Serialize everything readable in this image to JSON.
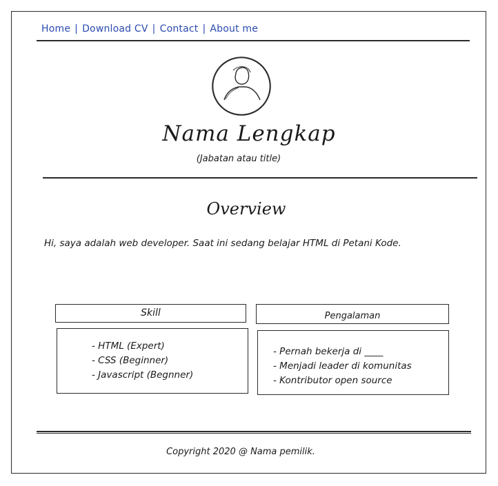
{
  "nav": {
    "items": [
      {
        "label": "Home"
      },
      {
        "label": "Download CV"
      },
      {
        "label": "Contact"
      },
      {
        "label": "About me"
      }
    ],
    "separator": "|"
  },
  "profile": {
    "name": "Nama Lengkap",
    "job_title": "(Jabatan atau title)",
    "avatar_icon": "user-avatar-icon"
  },
  "overview": {
    "heading": "Overview",
    "text": "Hi, saya adalah web developer. Saat ini sedang belajar HTML di Petani Kode."
  },
  "skill": {
    "heading": "Skill",
    "items": [
      "HTML (Expert)",
      "CSS (Beginner)",
      "Javascript (Begnner)"
    ]
  },
  "experience": {
    "heading": "Pengalaman",
    "items": [
      "Pernah bekerja di ____",
      "Menjadi leader di komunitas",
      "Kontributor open source"
    ]
  },
  "footer": {
    "copyright": "Copyright 2020 @ Nama pemilik."
  }
}
